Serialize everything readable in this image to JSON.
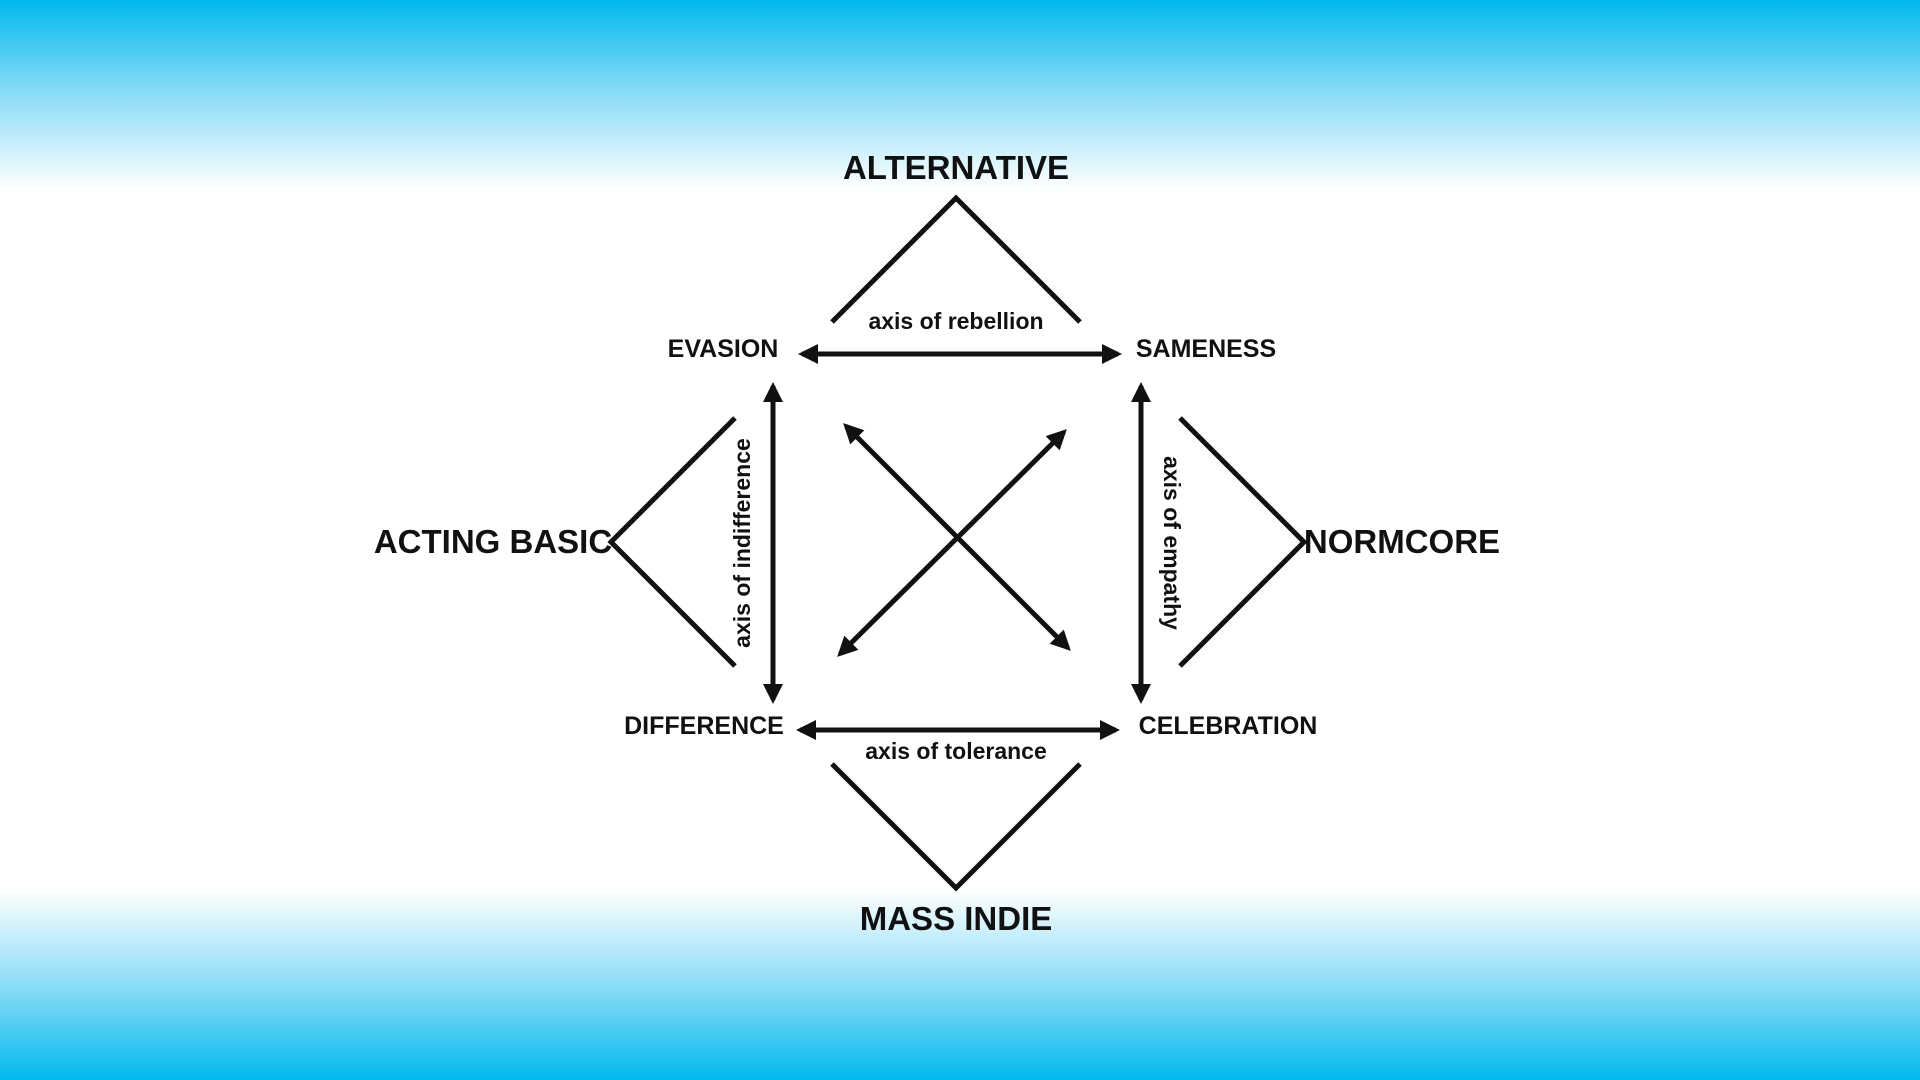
{
  "colors": {
    "band": "#00b9ee",
    "ink": "#111111",
    "background": "#ffffff"
  },
  "outer_labels": {
    "top": "ALTERNATIVE",
    "left": "ACTING BASIC",
    "right": "NORMCORE",
    "bottom": "MASS INDIE"
  },
  "corner_labels": {
    "top_left": "EVASION",
    "top_right": "SAMENESS",
    "bottom_left": "DIFFERENCE",
    "bottom_right": "CELEBRATION"
  },
  "axis_labels": {
    "top": "axis of rebellion",
    "left": "axis of indifference",
    "right": "axis of empathy",
    "bottom": "axis of tolerance"
  }
}
